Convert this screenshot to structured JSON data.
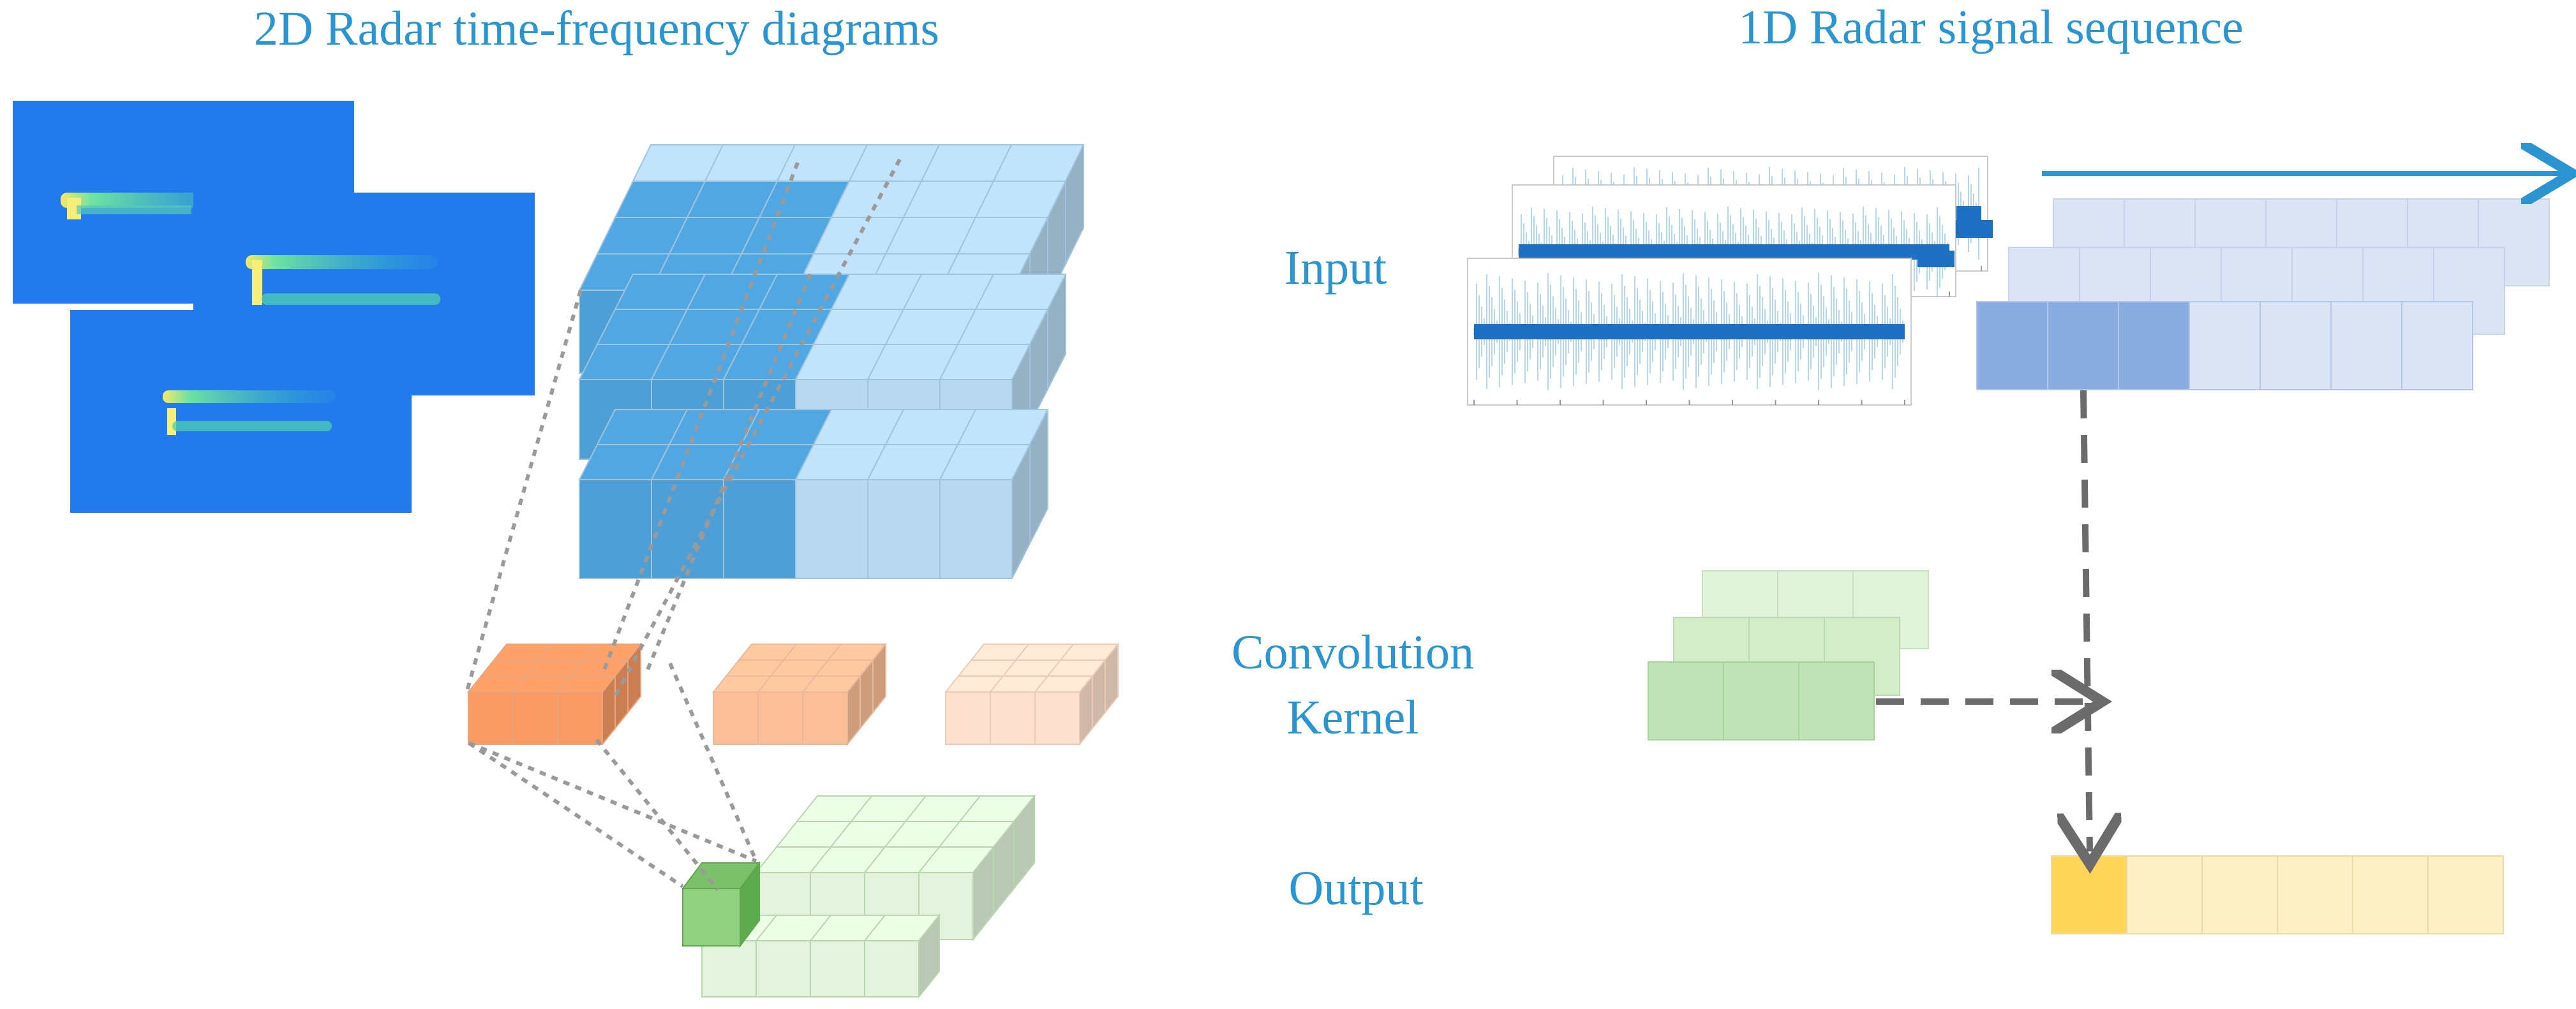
{
  "titles": {
    "left": "2D Radar time-frequency diagrams",
    "right": "1D Radar signal sequence"
  },
  "labels": {
    "input": "Input",
    "convolution": "Convolution",
    "kernel": "Kernel",
    "output": "Output"
  },
  "colors": {
    "label_text": "#2a95d0",
    "spectrogram_bg": "#1e74ea",
    "input_dark": "#4d9fd6",
    "input_light": "#b8d8ef",
    "kernel_orange": "#f89a64",
    "kernel_mid": "#fbbf97",
    "kernel_pale": "#fde0cd",
    "output_green": "#8fd17e",
    "output_pale": "#e3f3dd",
    "seq_dark": "#88abe0",
    "seq_light": "#dbe4f5",
    "seq_kernel": "#bfe3b6",
    "seq_output_hi": "#ffd65a",
    "seq_output": "#fdefc6",
    "arrow_blue": "#2a95d0",
    "dashed_gray": "#6b6b6b"
  }
}
